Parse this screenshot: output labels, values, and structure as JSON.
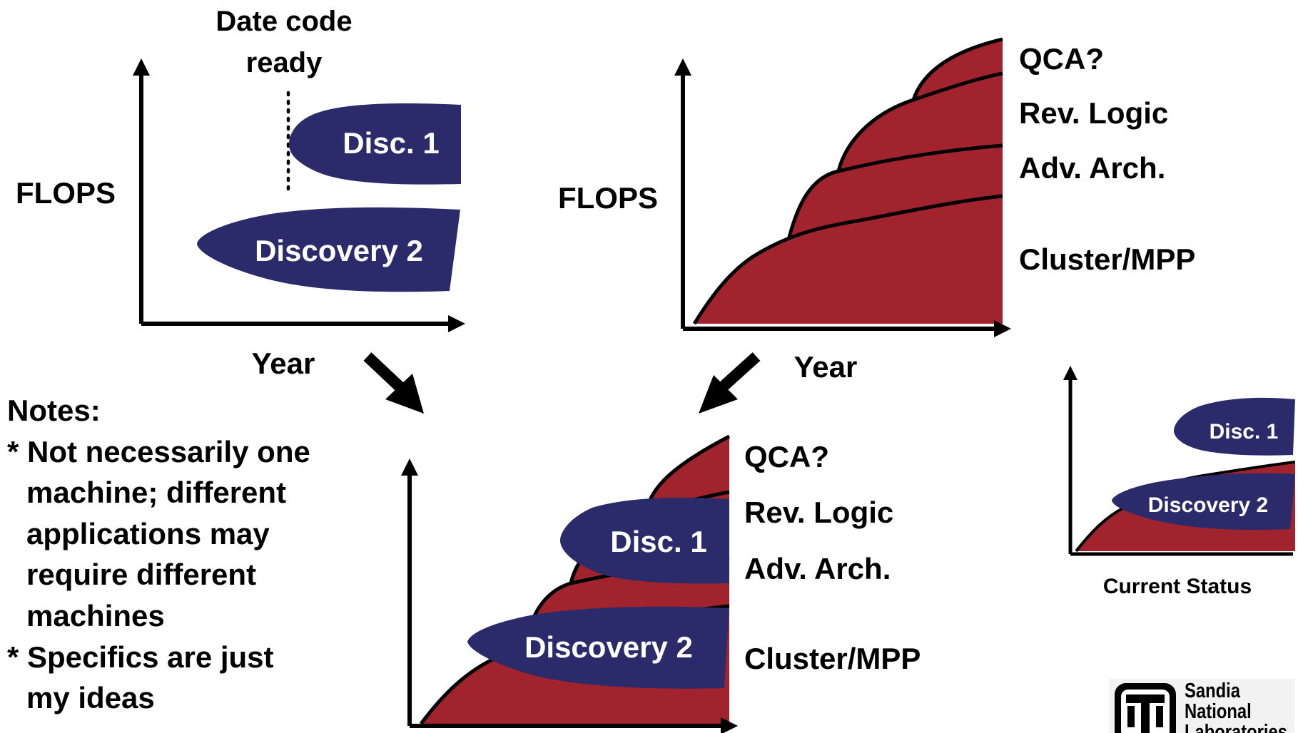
{
  "colors": {
    "discovery": "#2b2a6b",
    "technology": "#a0232e",
    "ink": "#000000",
    "text_on_shape": "#ffffff"
  },
  "top_left": {
    "date_code_line1": "Date code",
    "date_code_line2": "ready",
    "ylabel": "FLOPS",
    "xlabel": "Year",
    "disc1": "Disc. 1",
    "disc2": "Discovery 2"
  },
  "top_right": {
    "ylabel": "FLOPS",
    "xlabel": "Year",
    "tiers": [
      "QCA?",
      "Rev. Logic",
      "Adv. Arch.",
      "Cluster/MPP"
    ]
  },
  "bottom": {
    "tiers": [
      "QCA?",
      "Rev. Logic",
      "Adv. Arch.",
      "Cluster/MPP"
    ],
    "disc1": "Disc. 1",
    "disc2": "Discovery 2"
  },
  "notes": {
    "lines": [
      "Notes:",
      "* Not necessarily one",
      "machine; different",
      "applications may",
      "require different",
      "machines",
      "* Specifics are just",
      "my ideas"
    ]
  },
  "current_status": {
    "disc1": "Disc. 1",
    "disc2": "Discovery 2",
    "caption": "Current Status"
  },
  "logo": {
    "line1": "Sandia",
    "line2": "National",
    "line3": "Laboratories"
  }
}
